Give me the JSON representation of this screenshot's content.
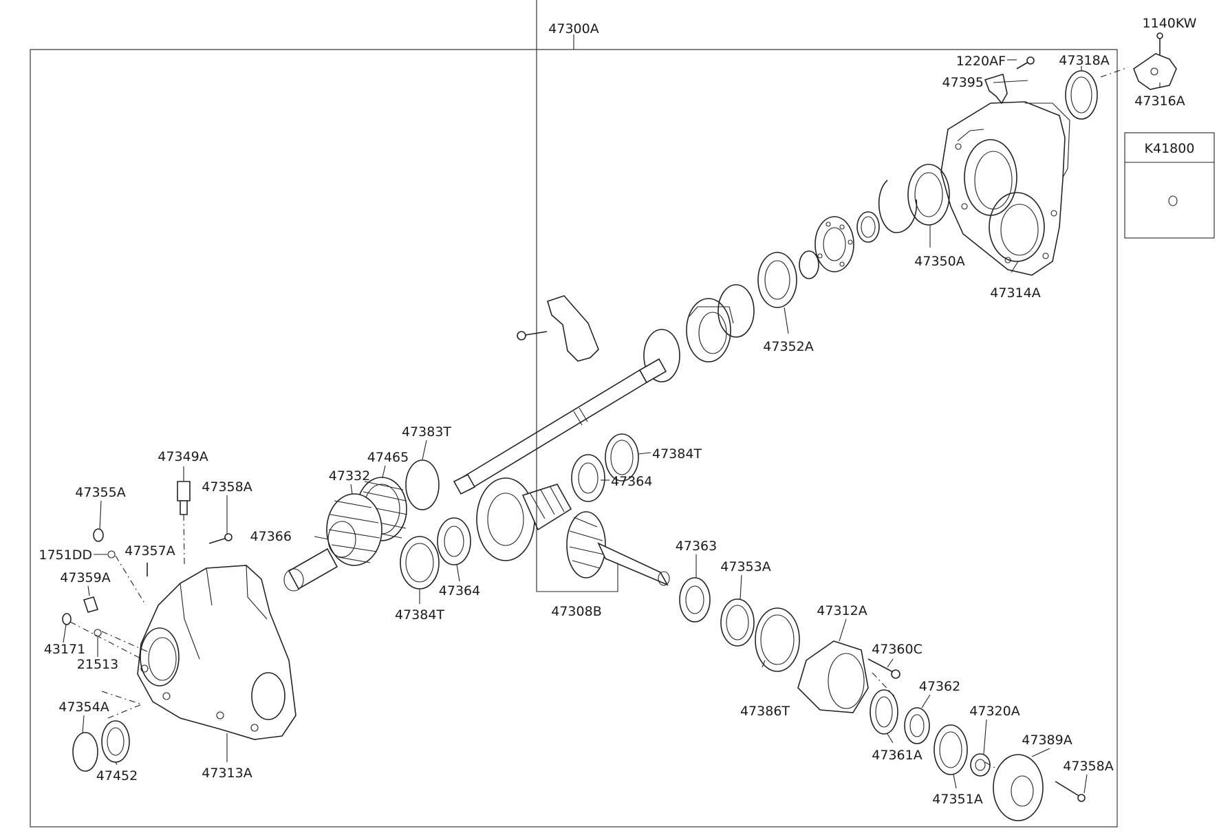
{
  "diagram": {
    "assembly_label": "47300A",
    "inset_label": "K41800",
    "labels": {
      "l1140KW": "1140KW",
      "l1220AF": "1220AF",
      "l47395": "47395",
      "l47318A": "47318A",
      "l47316A": "47316A",
      "l47314A": "47314A",
      "l47350A": "47350A",
      "l47352A": "47352A",
      "l47383T": "47383T",
      "l47465": "47465",
      "l47332": "47332",
      "l47366": "47366",
      "l47384T_a": "47384T",
      "l47364_a": "47364",
      "l47384T_b": "47384T",
      "l47364_b": "47364",
      "l47308B": "47308B",
      "l47363": "47363",
      "l47353A": "47353A",
      "l47312A": "47312A",
      "l47360C": "47360C",
      "l47386T": "47386T",
      "l47362": "47362",
      "l47361A": "47361A",
      "l47320A": "47320A",
      "l47351A": "47351A",
      "l47389A": "47389A",
      "l47358A_b": "47358A",
      "l47349A": "47349A",
      "l47355A": "47355A",
      "l47358A_a": "47358A",
      "l1751DD": "1751DD",
      "l47357A": "47357A",
      "l47359A": "47359A",
      "l43171": "43171",
      "l21513": "21513",
      "l47354A": "47354A",
      "l47452": "47452",
      "l47313A": "47313A"
    }
  }
}
